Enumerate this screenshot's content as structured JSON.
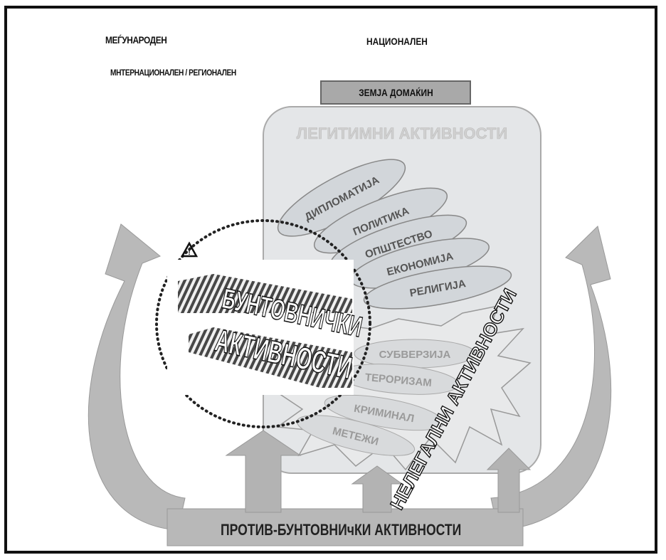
{
  "diagram": {
    "labels": {
      "international": "МЕЃУНАРОДЕН",
      "national": "НАЦИОНАЛЕН",
      "international_regional": "МНТЕРНАЦИОНАЛЕН / РЕГИОНАЛЕН",
      "host_country": "ЗЕМЈА ДОМАЌИН",
      "legitimate_activities": "ЛЕГИТИМНИ АКТИВНОСТИ",
      "insurgent_activities": "БУНТОВНИЧКИ АКТИВНОСТИ",
      "illegal_activities": "НЕЛЕГАЛНИ АКТИВНОСТИ",
      "counter_insurgency": "ПРОТИВ-БУНТОВНИчКИ АКТИВНОСТИ"
    },
    "legitimate_items": [
      "ДИПЛОМАТИЈА",
      "ПОЛИТИКА",
      "ОПШТЕСТВО",
      "ЕКОНОМИЈА",
      "РЕЛИГИЈА"
    ],
    "illegal_items": [
      "СУБВЕРЗИЈА",
      "ТЕРОРИЗАМ",
      "КРИМИНАЛ",
      "МЕТЕЖИ"
    ],
    "insurgent_title_lines": [
      "БУНТОВНИЧКИ",
      "АКТИВНОСТИ"
    ],
    "colors": {
      "arrow_gray": "#b3b3b3",
      "box_fill": "#e3e6e8",
      "host_bar": "#a9a9a9",
      "ellipse_fill": "#d2d6da"
    }
  }
}
